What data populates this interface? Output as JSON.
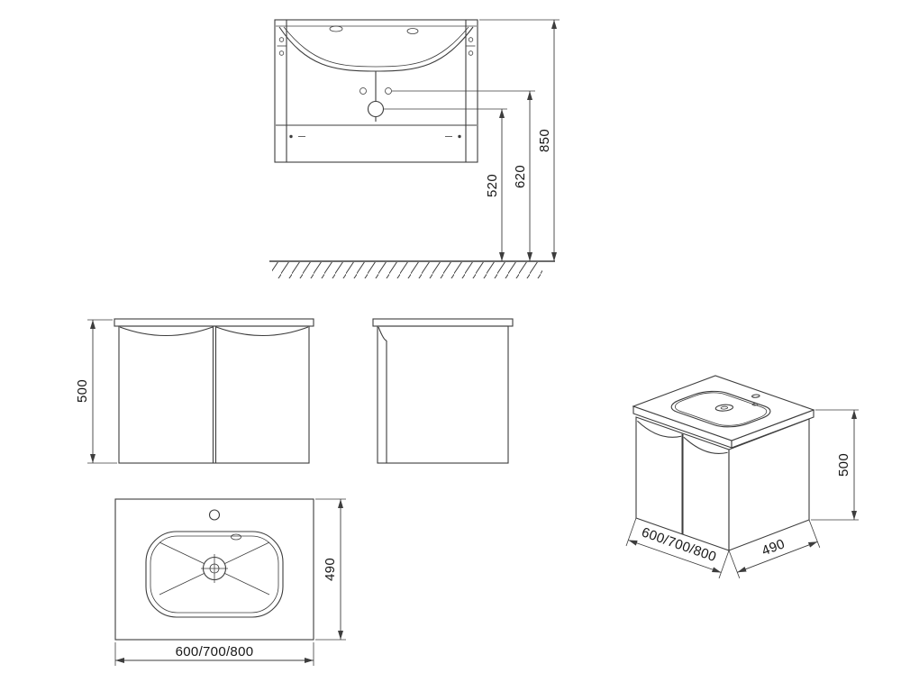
{
  "drawing": {
    "background": "#ffffff",
    "line_color": "#3d3d3d",
    "text_color": "#161616",
    "dimensions": {
      "elevation": {
        "drain_height": "520",
        "outlet_height": "620",
        "overall_height": "850"
      },
      "front_view": {
        "height": "500"
      },
      "plan_view": {
        "depth": "490",
        "width_options": "600/700/800"
      },
      "perspective_view": {
        "width_options": "600/700/800",
        "depth": "490",
        "height": "500"
      }
    }
  }
}
